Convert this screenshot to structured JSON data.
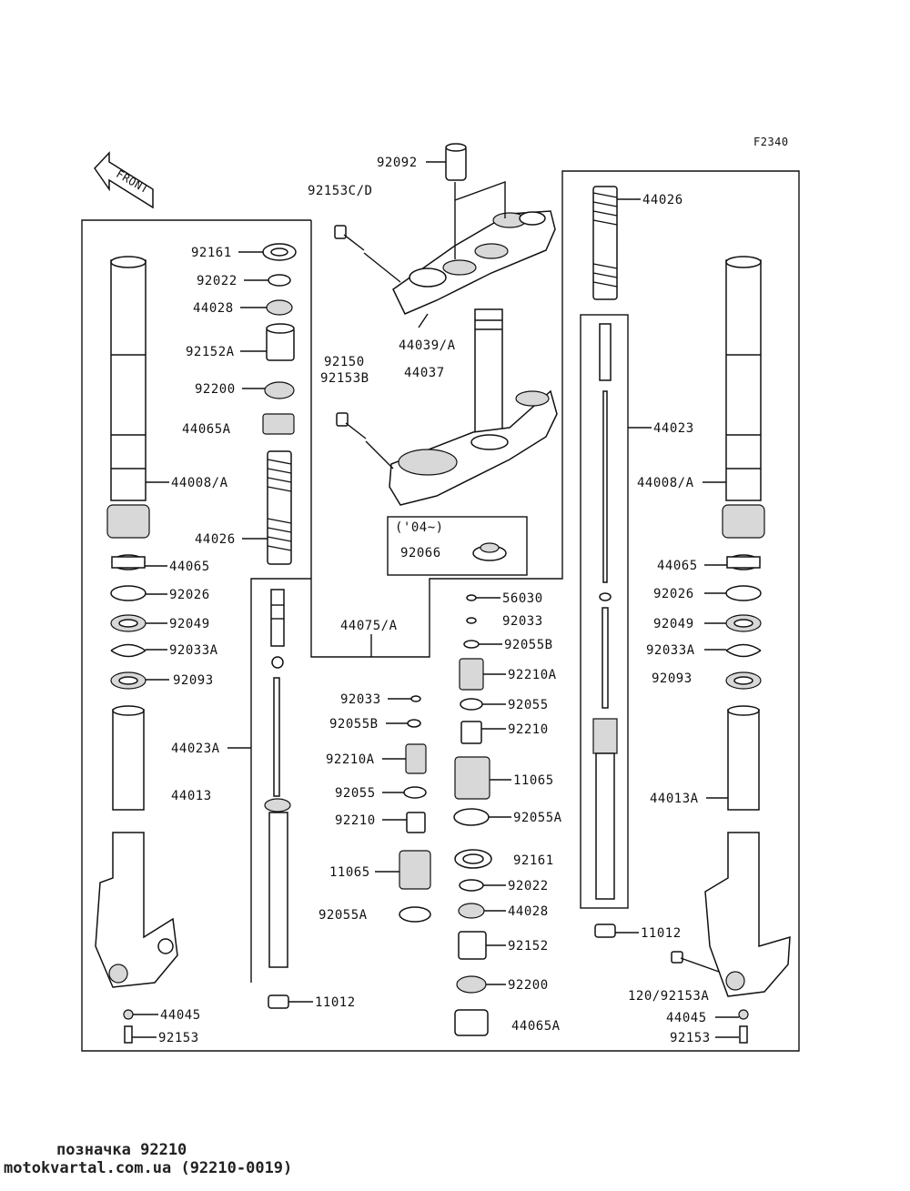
{
  "diagram_code": "F2340",
  "front_label": "FRONT",
  "inset_year_label": "('04~)",
  "labels": [
    {
      "id": "92092",
      "text": "92092"
    },
    {
      "id": "92153cd",
      "text": "92153C/D"
    },
    {
      "id": "44039",
      "text": "44039/A"
    },
    {
      "id": "44037",
      "text": "44037"
    },
    {
      "id": "92150",
      "text": "92150"
    },
    {
      "id": "92153b",
      "text": "92153B"
    },
    {
      "id": "92066",
      "text": "92066"
    },
    {
      "id": "l92161",
      "text": "92161"
    },
    {
      "id": "l92022",
      "text": "92022"
    },
    {
      "id": "l44028",
      "text": "44028"
    },
    {
      "id": "l92152a",
      "text": "92152A"
    },
    {
      "id": "l92200",
      "text": "92200"
    },
    {
      "id": "l44065a",
      "text": "44065A"
    },
    {
      "id": "l44008",
      "text": "44008/A"
    },
    {
      "id": "l44026",
      "text": "44026"
    },
    {
      "id": "l44065",
      "text": "44065"
    },
    {
      "id": "l92026",
      "text": "92026"
    },
    {
      "id": "l92049",
      "text": "92049"
    },
    {
      "id": "l92033a",
      "text": "92033A"
    },
    {
      "id": "l92093",
      "text": "92093"
    },
    {
      "id": "l44023a",
      "text": "44023A"
    },
    {
      "id": "l44013",
      "text": "44013"
    },
    {
      "id": "l44045",
      "text": "44045"
    },
    {
      "id": "l92153",
      "text": "92153"
    },
    {
      "id": "c44075",
      "text": "44075/A"
    },
    {
      "id": "c92033",
      "text": "92033"
    },
    {
      "id": "c92055b",
      "text": "92055B"
    },
    {
      "id": "c92210a",
      "text": "92210A"
    },
    {
      "id": "c92055",
      "text": "92055"
    },
    {
      "id": "c92210",
      "text": "92210"
    },
    {
      "id": "c11065",
      "text": "11065"
    },
    {
      "id": "c92055a",
      "text": "92055A"
    },
    {
      "id": "c11012",
      "text": "11012"
    },
    {
      "id": "m56030",
      "text": "56030"
    },
    {
      "id": "m92033",
      "text": "92033"
    },
    {
      "id": "m92055b",
      "text": "92055B"
    },
    {
      "id": "m92210a",
      "text": "92210A"
    },
    {
      "id": "m92055",
      "text": "92055"
    },
    {
      "id": "m92210",
      "text": "92210"
    },
    {
      "id": "m11065",
      "text": "11065"
    },
    {
      "id": "m92055a",
      "text": "92055A"
    },
    {
      "id": "m92161",
      "text": "92161"
    },
    {
      "id": "m92022",
      "text": "92022"
    },
    {
      "id": "m44028",
      "text": "44028"
    },
    {
      "id": "m92152",
      "text": "92152"
    },
    {
      "id": "m92200",
      "text": "92200"
    },
    {
      "id": "m44065a",
      "text": "44065A"
    },
    {
      "id": "r44026",
      "text": "44026"
    },
    {
      "id": "r44023",
      "text": "44023"
    },
    {
      "id": "r44008",
      "text": "44008/A"
    },
    {
      "id": "r44065",
      "text": "44065"
    },
    {
      "id": "r92026",
      "text": "92026"
    },
    {
      "id": "r92049",
      "text": "92049"
    },
    {
      "id": "r92033a",
      "text": "92033A"
    },
    {
      "id": "r92093",
      "text": "92093"
    },
    {
      "id": "r44013a",
      "text": "44013A"
    },
    {
      "id": "r11012",
      "text": "11012"
    },
    {
      "id": "r120",
      "text": "120/92153A"
    },
    {
      "id": "r44045",
      "text": "44045"
    },
    {
      "id": "r92153",
      "text": "92153"
    }
  ],
  "footer": {
    "line1": "позначка 92210",
    "line2": "motokvartal.com.ua (92210-0019)"
  }
}
